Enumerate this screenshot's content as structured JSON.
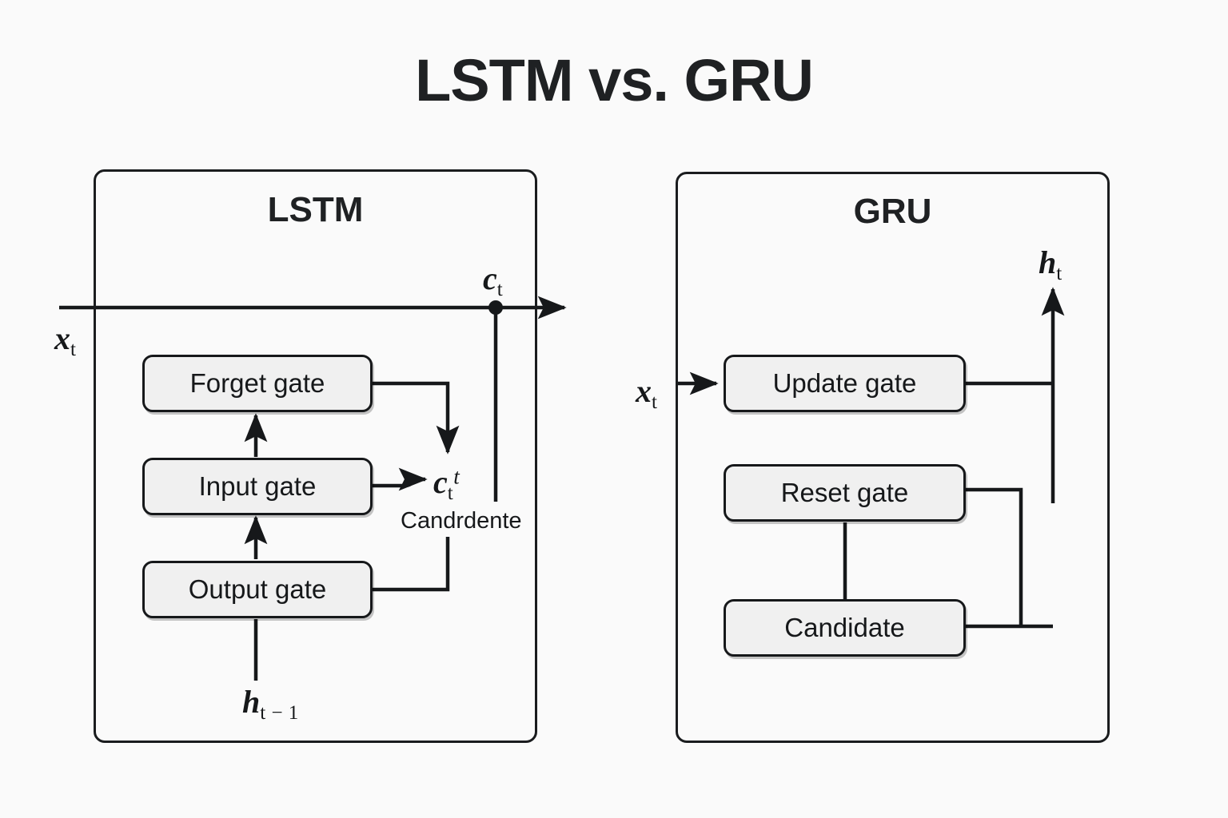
{
  "title": "LSTM vs. GRU",
  "background_color": "#fafafa",
  "line_color": "#16181a",
  "box_fill_color": "#f0f0f0",
  "panels": {
    "lstm": {
      "title": "LSTM",
      "boxes": [
        {
          "label": "Forget gate"
        },
        {
          "label": "Input gate"
        },
        {
          "label": "Output gate"
        }
      ],
      "labels": {
        "input_x": {
          "base": "x",
          "sub": "t"
        },
        "cell_state": {
          "base": "c",
          "sub": "t"
        },
        "candidate_math": {
          "base": "c",
          "sub": "t",
          "sup": "t"
        },
        "candidate_text": "Candrdente",
        "hidden_prev": {
          "base": "h",
          "sub": "t − 1"
        }
      }
    },
    "gru": {
      "title": "GRU",
      "boxes": [
        {
          "label": "Update gate"
        },
        {
          "label": "Reset gate"
        },
        {
          "label": "Candidate"
        }
      ],
      "labels": {
        "input_x": {
          "base": "x",
          "sub": "t"
        },
        "hidden_out": {
          "base": "h",
          "sub": "t"
        }
      }
    }
  }
}
